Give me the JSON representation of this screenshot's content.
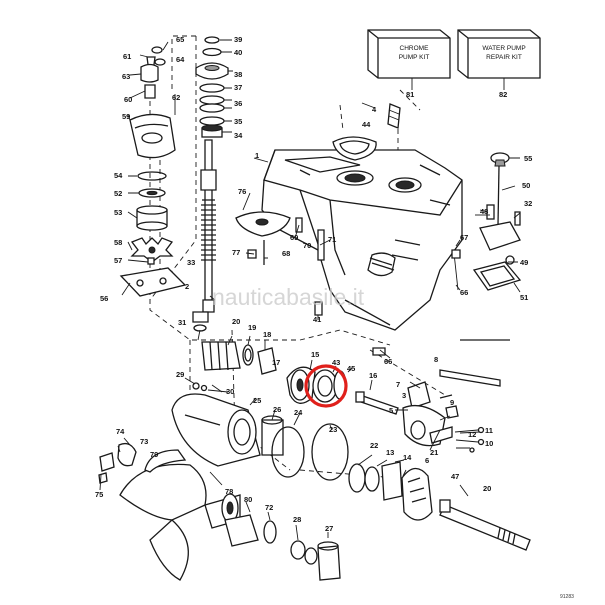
{
  "labels": {
    "l65": "65",
    "l39": "39",
    "l40": "40",
    "l61": "61",
    "l64": "64",
    "l38": "38",
    "l63": "63",
    "l62": "62",
    "l37": "37",
    "l36": "36",
    "l60": "60",
    "l35": "35",
    "l59": "59",
    "l34": "34",
    "l44": "44",
    "l4": "4",
    "l1": "1",
    "l55": "55",
    "l54": "54",
    "l52": "52",
    "l53": "53",
    "l76": "76",
    "l50": "50",
    "l48": "48",
    "l32": "32",
    "l58": "58",
    "l57": "57",
    "l69": "69",
    "l77": "77",
    "l68": "68",
    "l70": "70",
    "l71": "71",
    "l33": "33",
    "l67": "67",
    "l49": "49",
    "l56": "56",
    "l66a": "66",
    "l51": "51",
    "l2": "2",
    "l41": "41",
    "l31": "31",
    "l20": "20",
    "l19": "19",
    "l18": "18",
    "l17": "17",
    "l66b": "66",
    "l8": "8",
    "l15": "15",
    "l43": "43",
    "l45": "45",
    "l16": "16",
    "l29": "29",
    "l30": "30",
    "l7": "7",
    "l3": "3",
    "l25": "25",
    "l26": "26",
    "l24": "24",
    "l23": "23",
    "l5": "5",
    "l9": "9",
    "l12": "12",
    "l11": "11",
    "l10": "10",
    "l74": "74",
    "l73": "73",
    "l22": "22",
    "l13": "13",
    "l14": "14",
    "l21": "21",
    "l6": "6",
    "l79": "79",
    "l47": "47",
    "l20b": "20",
    "l75": "75",
    "l78": "78",
    "l80": "80",
    "l72": "72",
    "l28": "28",
    "l27": "27",
    "l81": "81",
    "l82": "82"
  },
  "kits": {
    "chrome_line1": "CHROME",
    "chrome_line2": "PUMP KIT",
    "water_line1": "WATER PUMP",
    "water_line2": "REPAIR KIT"
  },
  "watermark": "nauticabasile.it",
  "drawing_code": "91283",
  "highlight_color": "#e0201b"
}
